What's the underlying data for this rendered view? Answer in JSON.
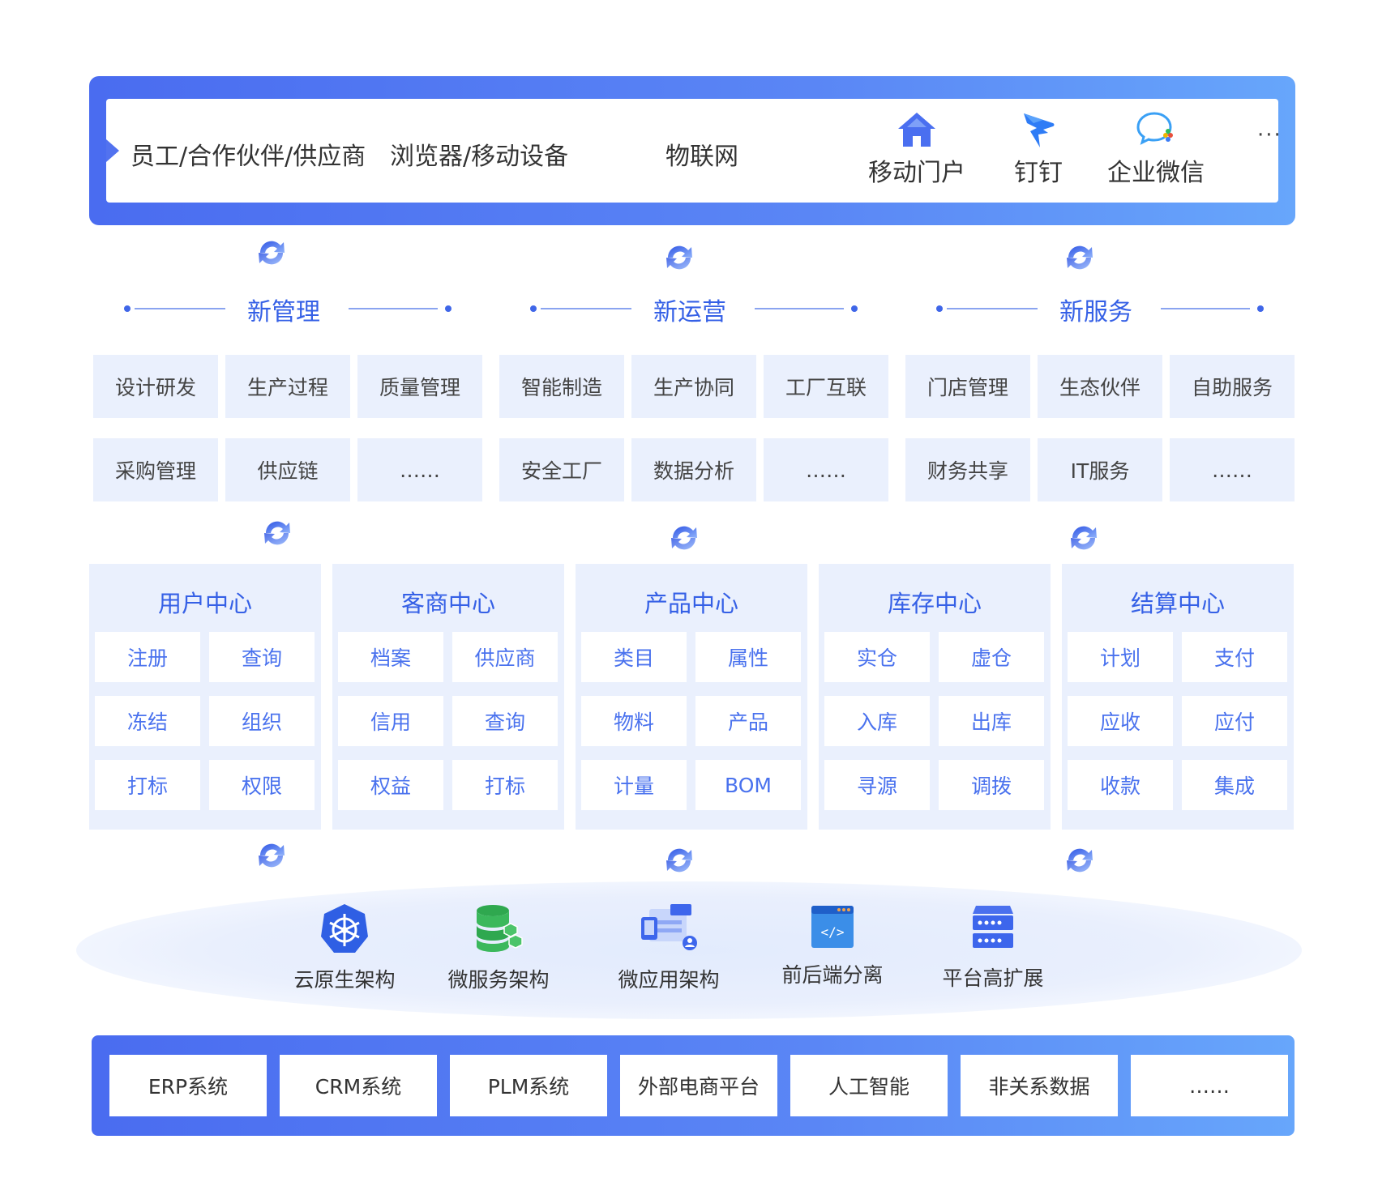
{
  "top": {
    "channels": [
      "员工/合作伙伴/供应商",
      "浏览器/移动设备",
      "物联网"
    ],
    "apps": [
      {
        "label": "移动门户",
        "icon": "home-icon"
      },
      {
        "label": "钉钉",
        "icon": "dingtalk-icon"
      },
      {
        "label": "企业微信",
        "icon": "wecom-icon"
      }
    ],
    "more": "···"
  },
  "pillars": [
    {
      "title": "新管理",
      "items": [
        "设计研发",
        "生产过程",
        "质量管理",
        "采购管理",
        "供应链",
        "……"
      ]
    },
    {
      "title": "新运营",
      "items": [
        "智能制造",
        "生产协同",
        "工厂互联",
        "安全工厂",
        "数据分析",
        "……"
      ]
    },
    {
      "title": "新服务",
      "items": [
        "门店管理",
        "生态伙伴",
        "自助服务",
        "财务共享",
        "IT服务",
        "……"
      ]
    }
  ],
  "centers": [
    {
      "title": "用户中心",
      "items": [
        "注册",
        "查询",
        "冻结",
        "组织",
        "打标",
        "权限"
      ]
    },
    {
      "title": "客商中心",
      "items": [
        "档案",
        "供应商",
        "信用",
        "查询",
        "权益",
        "打标"
      ]
    },
    {
      "title": "产品中心",
      "items": [
        "类目",
        "属性",
        "物料",
        "产品",
        "计量",
        "BOM"
      ]
    },
    {
      "title": "库存中心",
      "items": [
        "实仓",
        "虚仓",
        "入库",
        "出库",
        "寻源",
        "调拨"
      ]
    },
    {
      "title": "结算中心",
      "items": [
        "计划",
        "支付",
        "应收",
        "应付",
        "收款",
        "集成"
      ]
    }
  ],
  "architecture": [
    {
      "label": "云原生架构",
      "icon": "kubernetes-icon"
    },
    {
      "label": "微服务架构",
      "icon": "database-cluster-icon"
    },
    {
      "label": "微应用架构",
      "icon": "micro-app-icon"
    },
    {
      "label": "前后端分离",
      "icon": "code-window-icon"
    },
    {
      "label": "平台高扩展",
      "icon": "server-rack-icon"
    }
  ],
  "systems": [
    "ERP系统",
    "CRM系统",
    "PLM系统",
    "外部电商平台",
    "人工智能",
    "非关系数据",
    "……"
  ],
  "colors": {
    "primary": "#3560e6",
    "tile_bg": "#eaf0fd",
    "gradient_start": "#4a6cf0",
    "gradient_end": "#67a6fb"
  }
}
